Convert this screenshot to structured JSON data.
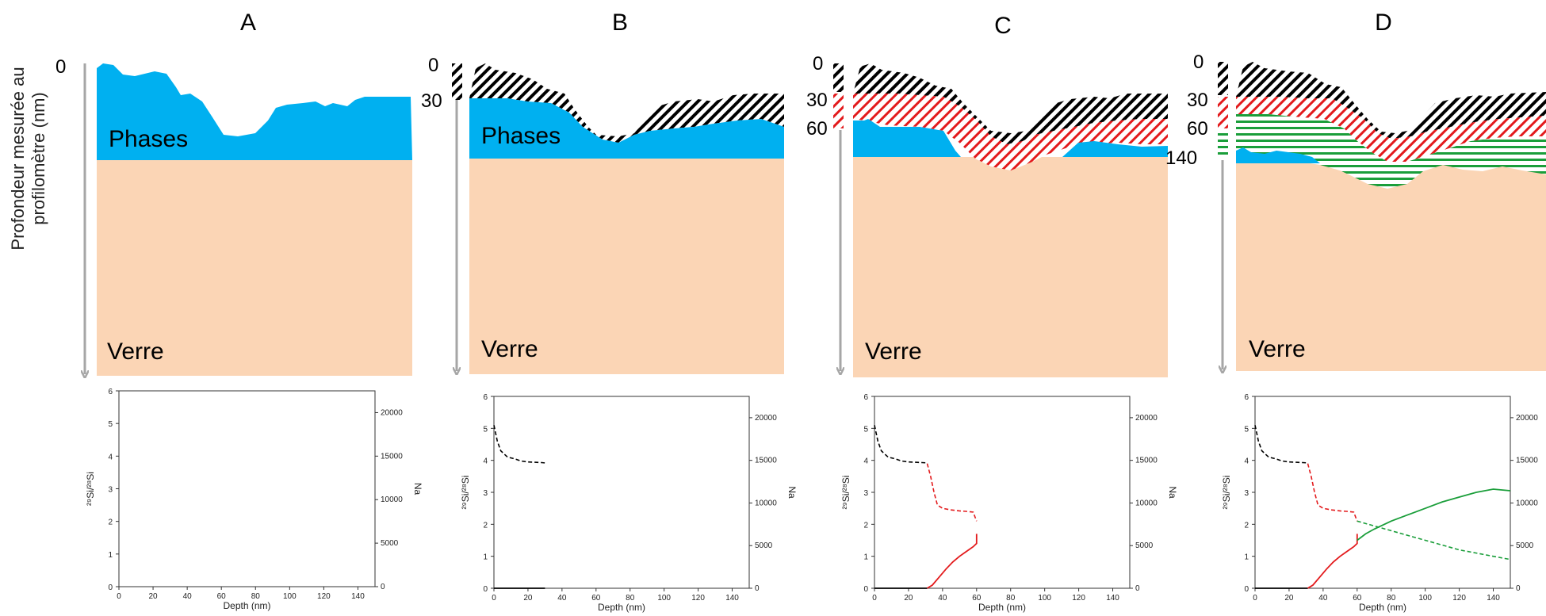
{
  "figure": {
    "y_axis_label_line1": "Profondeur mesurée au",
    "y_axis_label_line2": "profilomètre (nm)",
    "layer_labels": {
      "phases": "Phases",
      "verre": "Verre"
    },
    "colors": {
      "phases": "#00b0f0",
      "verre": "#fbd5b5",
      "hatch_black": "#000000",
      "hatch_red": "#e31a1c",
      "hatch_green": "#1a9e3a",
      "arrow": "#a6a6a6"
    },
    "panels": [
      {
        "letter": "A",
        "depth_ticks": [
          "0"
        ]
      },
      {
        "letter": "B",
        "depth_ticks": [
          "0",
          "30"
        ]
      },
      {
        "letter": "C",
        "depth_ticks": [
          "0",
          "30",
          "60"
        ]
      },
      {
        "letter": "D",
        "depth_ticks": [
          "0",
          "30",
          "60",
          "140"
        ]
      }
    ]
  },
  "chart_data": [
    {
      "type": "line",
      "panel": "A",
      "xlabel": "Depth (nm)",
      "ylabel_left": "²⁹Si/²⁸Si",
      "ylabel_right": "Na",
      "xlim": [
        0,
        150
      ],
      "ylim_left": [
        0,
        6
      ],
      "ylim_right": [
        0,
        22500
      ],
      "x_ticks": [
        "0",
        "20",
        "40",
        "60",
        "80",
        "100",
        "120",
        "140"
      ],
      "y_ticks_left": [
        "0",
        "1",
        "2",
        "3",
        "4",
        "5",
        "6"
      ],
      "y_ticks_right": [
        "0",
        "5000",
        "10000",
        "15000",
        "20000"
      ],
      "series": []
    },
    {
      "type": "line",
      "panel": "B",
      "xlabel": "Depth (nm)",
      "ylabel_left": "²⁹Si/²⁸Si",
      "ylabel_right": "Na",
      "xlim": [
        0,
        150
      ],
      "ylim_left": [
        0,
        6
      ],
      "ylim_right": [
        0,
        22500
      ],
      "x_ticks": [
        "0",
        "20",
        "40",
        "60",
        "80",
        "100",
        "120",
        "140"
      ],
      "y_ticks_left": [
        "0",
        "1",
        "2",
        "3",
        "4",
        "5",
        "6"
      ],
      "y_ticks_right": [
        "0",
        "5000",
        "10000",
        "15000",
        "20000"
      ],
      "series": [
        {
          "color": "#000000",
          "dash": true,
          "axis": "left",
          "points": [
            [
              0,
              5.1
            ],
            [
              2,
              4.6
            ],
            [
              4,
              4.3
            ],
            [
              6,
              4.2
            ],
            [
              8,
              4.1
            ],
            [
              12,
              4.05
            ],
            [
              16,
              3.98
            ],
            [
              20,
              3.95
            ],
            [
              24,
              3.94
            ],
            [
              28,
              3.93
            ],
            [
              30,
              3.92
            ]
          ]
        },
        {
          "color": "#000000",
          "dash": false,
          "axis": "left",
          "points": [
            [
              0,
              0
            ],
            [
              30,
              0
            ]
          ]
        }
      ]
    },
    {
      "type": "line",
      "panel": "C",
      "xlabel": "Depth (nm)",
      "ylabel_left": "²⁹Si/²⁸Si",
      "ylabel_right": "Na",
      "xlim": [
        0,
        150
      ],
      "ylim_left": [
        0,
        6
      ],
      "ylim_right": [
        0,
        22500
      ],
      "x_ticks": [
        "0",
        "20",
        "40",
        "60",
        "80",
        "100",
        "120",
        "140"
      ],
      "y_ticks_left": [
        "0",
        "1",
        "2",
        "3",
        "4",
        "5",
        "6"
      ],
      "y_ticks_right": [
        "0",
        "5000",
        "10000",
        "15000",
        "20000"
      ],
      "series": [
        {
          "color": "#000000",
          "dash": true,
          "axis": "left",
          "points": [
            [
              0,
              5.1
            ],
            [
              2,
              4.6
            ],
            [
              4,
              4.3
            ],
            [
              6,
              4.2
            ],
            [
              8,
              4.1
            ],
            [
              12,
              4.05
            ],
            [
              16,
              3.98
            ],
            [
              20,
              3.95
            ],
            [
              24,
              3.94
            ],
            [
              28,
              3.93
            ],
            [
              31,
              3.92
            ]
          ]
        },
        {
          "color": "#e31a1c",
          "dash": true,
          "axis": "left",
          "points": [
            [
              31,
              3.9
            ],
            [
              33,
              3.5
            ],
            [
              35,
              3.0
            ],
            [
              37,
              2.6
            ],
            [
              40,
              2.5
            ],
            [
              45,
              2.45
            ],
            [
              50,
              2.42
            ],
            [
              55,
              2.4
            ],
            [
              58,
              2.38
            ],
            [
              60,
              2.1
            ]
          ]
        },
        {
          "color": "#000000",
          "dash": false,
          "axis": "left",
          "points": [
            [
              0,
              0
            ],
            [
              31,
              0
            ]
          ]
        },
        {
          "color": "#e31a1c",
          "dash": false,
          "axis": "left",
          "points": [
            [
              31,
              0
            ],
            [
              34,
              0.1
            ],
            [
              38,
              0.35
            ],
            [
              42,
              0.6
            ],
            [
              46,
              0.82
            ],
            [
              50,
              1.0
            ],
            [
              54,
              1.15
            ],
            [
              58,
              1.3
            ],
            [
              60,
              1.4
            ],
            [
              60,
              1.7
            ]
          ]
        }
      ]
    },
    {
      "type": "line",
      "panel": "D",
      "xlabel": "Depth (nm)",
      "ylabel_left": "²⁹Si/²⁸Si",
      "ylabel_right": "Na",
      "xlim": [
        0,
        150
      ],
      "ylim_left": [
        0,
        6
      ],
      "ylim_right": [
        0,
        22500
      ],
      "x_ticks": [
        "0",
        "20",
        "40",
        "60",
        "80",
        "100",
        "120",
        "140"
      ],
      "y_ticks_left": [
        "0",
        "1",
        "2",
        "3",
        "4",
        "5",
        "6"
      ],
      "y_ticks_right": [
        "0",
        "5000",
        "10000",
        "15000",
        "20000"
      ],
      "series": [
        {
          "color": "#000000",
          "dash": true,
          "axis": "left",
          "points": [
            [
              0,
              5.1
            ],
            [
              2,
              4.6
            ],
            [
              4,
              4.3
            ],
            [
              6,
              4.2
            ],
            [
              8,
              4.1
            ],
            [
              12,
              4.05
            ],
            [
              16,
              3.98
            ],
            [
              20,
              3.95
            ],
            [
              24,
              3.94
            ],
            [
              28,
              3.93
            ],
            [
              31,
              3.92
            ]
          ]
        },
        {
          "color": "#e31a1c",
          "dash": true,
          "axis": "left",
          "points": [
            [
              31,
              3.9
            ],
            [
              33,
              3.5
            ],
            [
              35,
              3.0
            ],
            [
              37,
              2.6
            ],
            [
              40,
              2.5
            ],
            [
              45,
              2.45
            ],
            [
              50,
              2.42
            ],
            [
              55,
              2.4
            ],
            [
              58,
              2.38
            ],
            [
              60,
              2.1
            ]
          ]
        },
        {
          "color": "#1a9e3a",
          "dash": true,
          "axis": "left",
          "points": [
            [
              60,
              2.1
            ],
            [
              70,
              1.95
            ],
            [
              80,
              1.8
            ],
            [
              90,
              1.65
            ],
            [
              100,
              1.5
            ],
            [
              110,
              1.35
            ],
            [
              120,
              1.2
            ],
            [
              130,
              1.1
            ],
            [
              140,
              1.0
            ],
            [
              150,
              0.9
            ]
          ]
        },
        {
          "color": "#000000",
          "dash": false,
          "axis": "left",
          "points": [
            [
              0,
              0
            ],
            [
              31,
              0
            ]
          ]
        },
        {
          "color": "#e31a1c",
          "dash": false,
          "axis": "left",
          "points": [
            [
              31,
              0
            ],
            [
              34,
              0.1
            ],
            [
              38,
              0.35
            ],
            [
              42,
              0.6
            ],
            [
              46,
              0.82
            ],
            [
              50,
              1.0
            ],
            [
              54,
              1.15
            ],
            [
              58,
              1.3
            ],
            [
              60,
              1.4
            ],
            [
              60,
              1.7
            ]
          ]
        },
        {
          "color": "#1a9e3a",
          "dash": false,
          "axis": "left",
          "points": [
            [
              60,
              1.5
            ],
            [
              65,
              1.7
            ],
            [
              70,
              1.85
            ],
            [
              80,
              2.1
            ],
            [
              90,
              2.3
            ],
            [
              100,
              2.5
            ],
            [
              110,
              2.7
            ],
            [
              120,
              2.85
            ],
            [
              130,
              3.0
            ],
            [
              140,
              3.1
            ],
            [
              150,
              3.05
            ]
          ]
        }
      ]
    }
  ]
}
